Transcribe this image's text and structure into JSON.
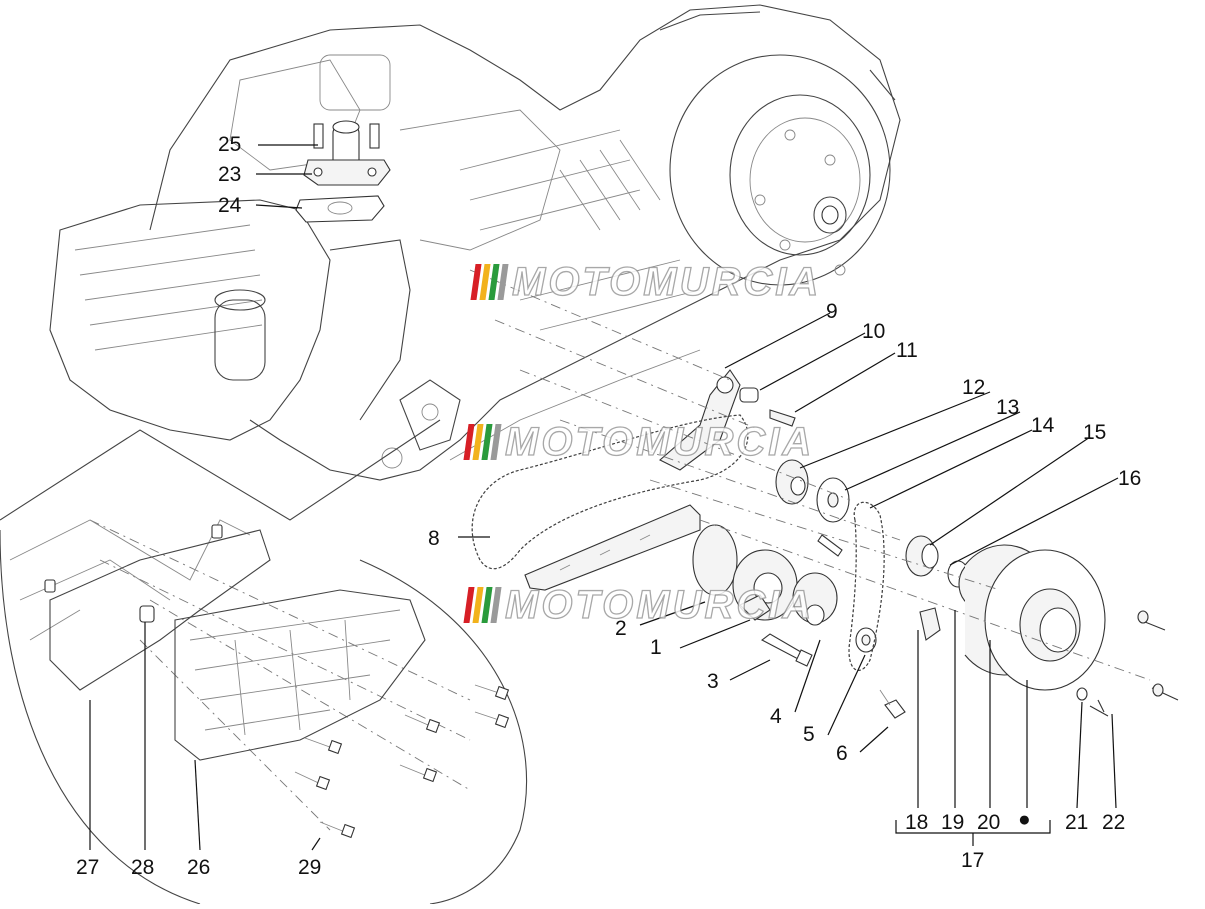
{
  "watermark": {
    "text": "MOTOMURCIA",
    "stripe_colors": [
      "#d71f26",
      "#f2b21c",
      "#2a9b3c",
      "#9a9a9a"
    ]
  },
  "callouts": [
    "1",
    "2",
    "3",
    "4",
    "5",
    "6",
    "8",
    "9",
    "10",
    "11",
    "12",
    "13",
    "14",
    "15",
    "16",
    "17",
    "18",
    "19",
    "20",
    "21",
    "22",
    "23",
    "24",
    "25",
    "26",
    "27",
    "28",
    "29"
  ],
  "kit_marker": "●"
}
